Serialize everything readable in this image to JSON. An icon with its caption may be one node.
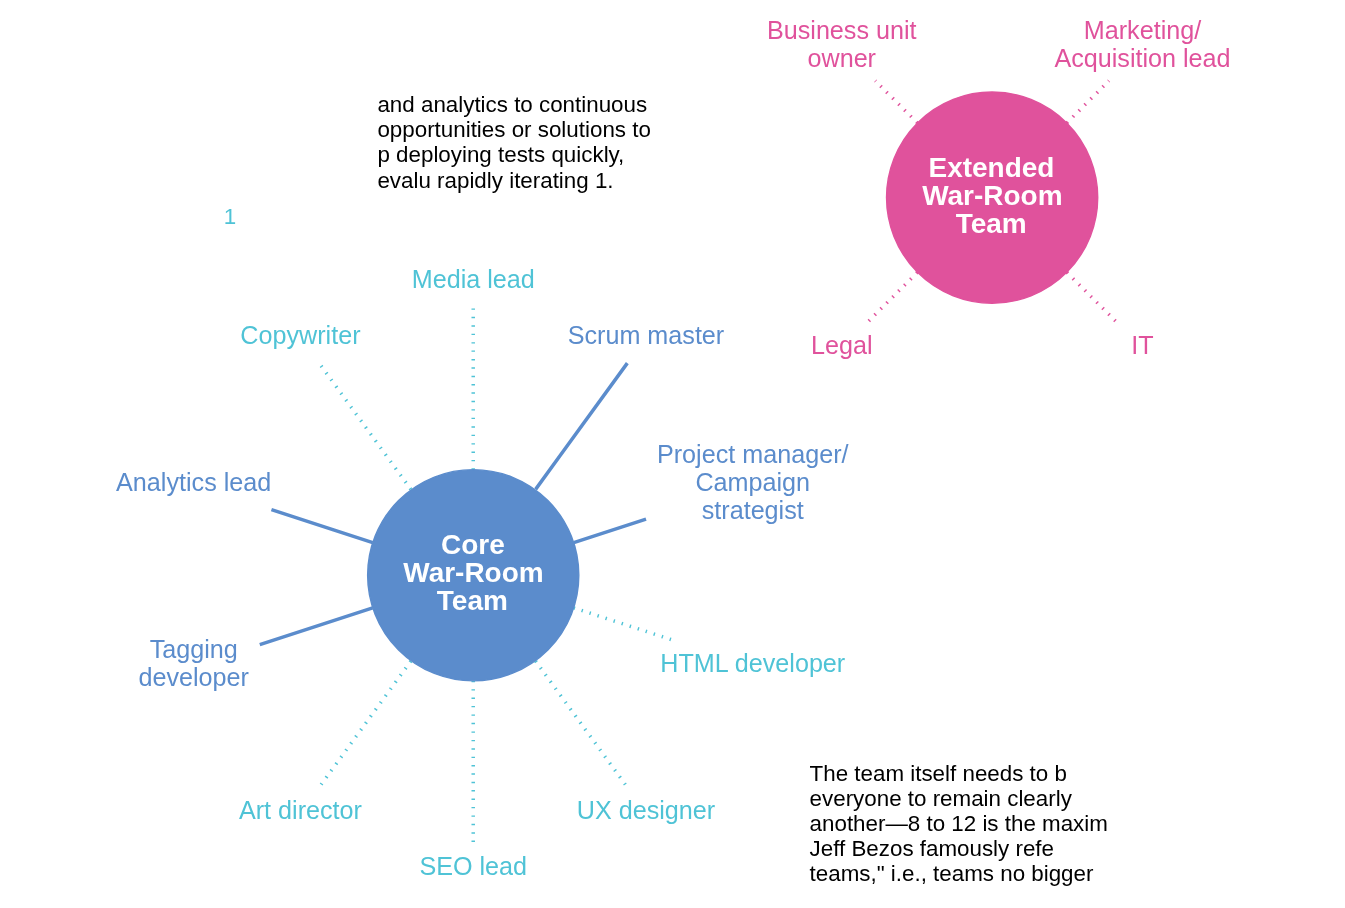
{
  "diagram": {
    "nodes": [
      {
        "text": [
          "Core War-Room Team"
        ]
      },
      {
        "text": [
          "Project manager/ Campaign strategist"
        ]
      },
      {
        "text": [
          "Scrum master"
        ]
      },
      {
        "text": [
          "Media lead"
        ]
      },
      {
        "text": [
          "Copywriter"
        ]
      },
      {
        "text": [
          "Analytics lead"
        ]
      },
      {
        "text": [
          "Tagging developer"
        ]
      },
      {
        "text": [
          "Art director"
        ]
      },
      {
        "text": [
          "SEO lead"
        ]
      },
      {
        "text": [
          "UX designer"
        ]
      },
      {
        "text": [
          "HTML developer"
        ]
      },
      {
        "text": [
          "Extended War-Room Team"
        ]
      },
      {
        "text": [
          "Marketing/ Acquisition lead"
        ]
      },
      {
        "text": [
          "Business unit owner"
        ]
      },
      {
        "text": [
          "Legal"
        ]
      },
      {
        "text": [
          "IT"
        ]
      }
    ],
    "edges": [
      {
        "from": 0,
        "to": 1,
        "arrow": "none",
        "color": "#5b8ccc"
      },
      {
        "from": 0,
        "to": 2,
        "arrow": "none",
        "color": "#5b8ccc"
      },
      {
        "from": 0,
        "to": 3,
        "arrow": "none",
        "style": "dashed"
      },
      {
        "from": 0,
        "to": 4,
        "arrow": "none",
        "style": "dashed"
      },
      {
        "from": 0,
        "to": 5,
        "arrow": "none",
        "color": "#5b8ccc"
      },
      {
        "from": 0,
        "to": 6,
        "arrow": "none",
        "color": "#5b8ccc"
      },
      {
        "from": 0,
        "to": 7,
        "arrow": "none",
        "style": "dashed"
      },
      {
        "from": 0,
        "to": 8,
        "arrow": "none",
        "style": "dashed"
      },
      {
        "from": 0,
        "to": 9,
        "arrow": "none",
        "style": "dashed"
      },
      {
        "from": 0,
        "to": 10,
        "arrow": "none",
        "style": "dashed"
      },
      {
        "from": 11,
        "to": 12,
        "arrow": "none",
        "style": "dashed",
        "color": "#e0529c"
      },
      {
        "from": 11,
        "to": 13,
        "arrow": "none",
        "style": "dashed",
        "color": "#e0529c"
      },
      {
        "from": 11,
        "to": 14,
        "arrow": "none",
        "style": "dashed",
        "color": "#e0529c"
      },
      {
        "from": 11,
        "to": 15,
        "arrow": "none",
        "style": "dashed",
        "color": "#e0529c"
      }
    ],
    "labels": [
      "1",
      "and analytics to continuous opportunities or solutions to p deploying tests quickly, evalu rapidly iterating 1.",
      "The team itself needs to b everyone to remain clearly another—8 to 12 is the maxim Jeff Bezos famously refe teams,\" i.e., teams no bigger"
    ]
  }
}
